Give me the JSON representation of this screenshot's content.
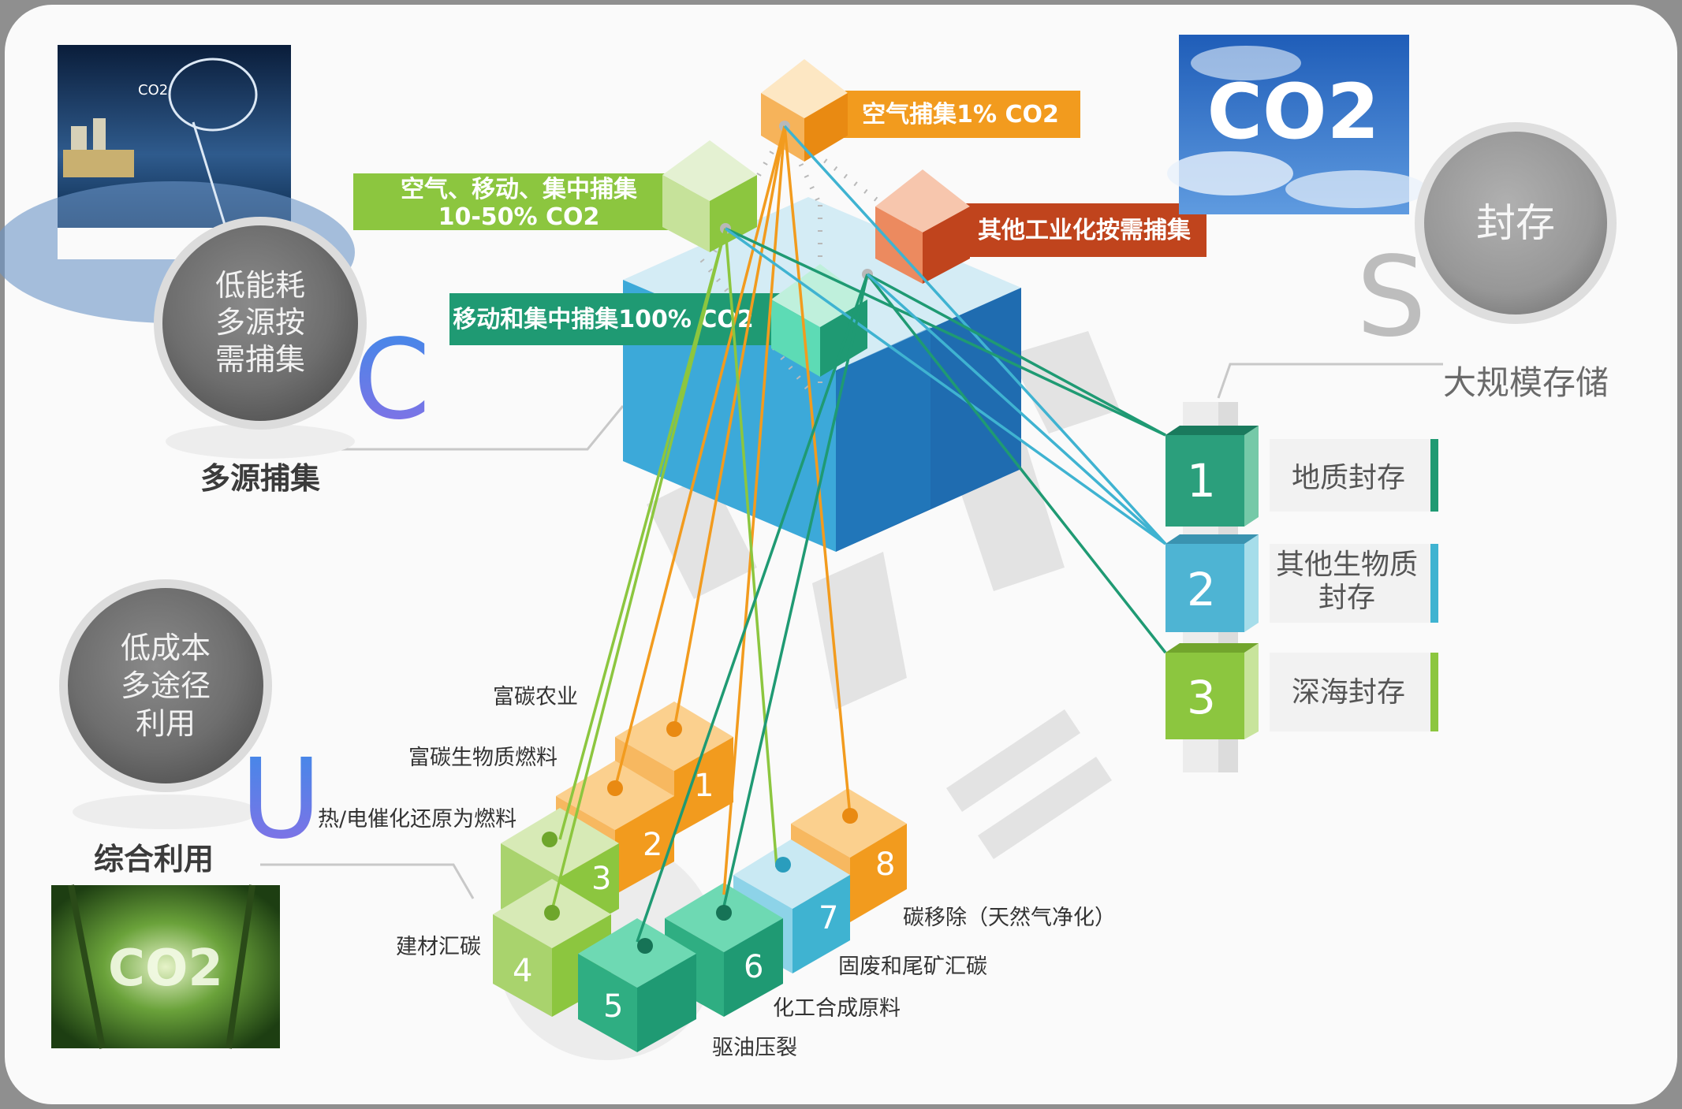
{
  "capture": {
    "letter": "C",
    "circle_lines": [
      "低能耗",
      "多源按",
      "需捕集"
    ],
    "title": "多源捕集",
    "sources": [
      {
        "id": "air1",
        "label": "空气捕集1% CO2",
        "color": "#f29b1e",
        "lines": 1
      },
      {
        "id": "mix",
        "label_lines": [
          "空气、移动、集中捕集",
          "10-50% CO2"
        ],
        "color": "#8cc63f",
        "lines": 2
      },
      {
        "id": "industry",
        "label": "其他工业化按需捕集",
        "color": "#c0441d",
        "lines": 1
      },
      {
        "id": "mobile",
        "label": "移动和集中捕集100% CO2",
        "color": "#1f9a73",
        "lines": 1
      }
    ]
  },
  "storage": {
    "letter": "S",
    "circle_label": "封存",
    "subtitle": "大规模存储",
    "items": [
      {
        "number": "1",
        "label_lines": [
          "地质封存"
        ],
        "color": "#1f9a73"
      },
      {
        "number": "2",
        "label_lines": [
          "其他生物质",
          "封存"
        ],
        "color": "#3fb3d1"
      },
      {
        "number": "3",
        "label_lines": [
          "深海封存"
        ],
        "color": "#8cc63f"
      }
    ]
  },
  "utilization": {
    "letter": "U",
    "circle_lines": [
      "低成本",
      "多途径",
      "利用"
    ],
    "title": "综合利用",
    "items": [
      {
        "number": "1",
        "label": "富碳农业",
        "color": "#f29b1e"
      },
      {
        "number": "2",
        "label": "富碳生物质燃料",
        "color": "#f29b1e"
      },
      {
        "number": "3",
        "label": "热/电催化还原为燃料",
        "color": "#8cc63f"
      },
      {
        "number": "4",
        "label": "建材汇碳",
        "color": "#8cc63f"
      },
      {
        "number": "5",
        "label": "驱油压裂",
        "color": "#1f9a73"
      },
      {
        "number": "6",
        "label": "化工合成原料",
        "color": "#1f9a73"
      },
      {
        "number": "7",
        "label": "固废和尾矿汇碳",
        "color": "#3fb3d1"
      },
      {
        "number": "8",
        "label": "碳移除（天然气净化）",
        "color": "#f29b1e"
      }
    ]
  },
  "images": {
    "top_right": {
      "text": "CO2",
      "desc": "cloud"
    },
    "top_left": {
      "text": "CO2"
    },
    "bottom_left": {
      "text": "CO2"
    }
  }
}
